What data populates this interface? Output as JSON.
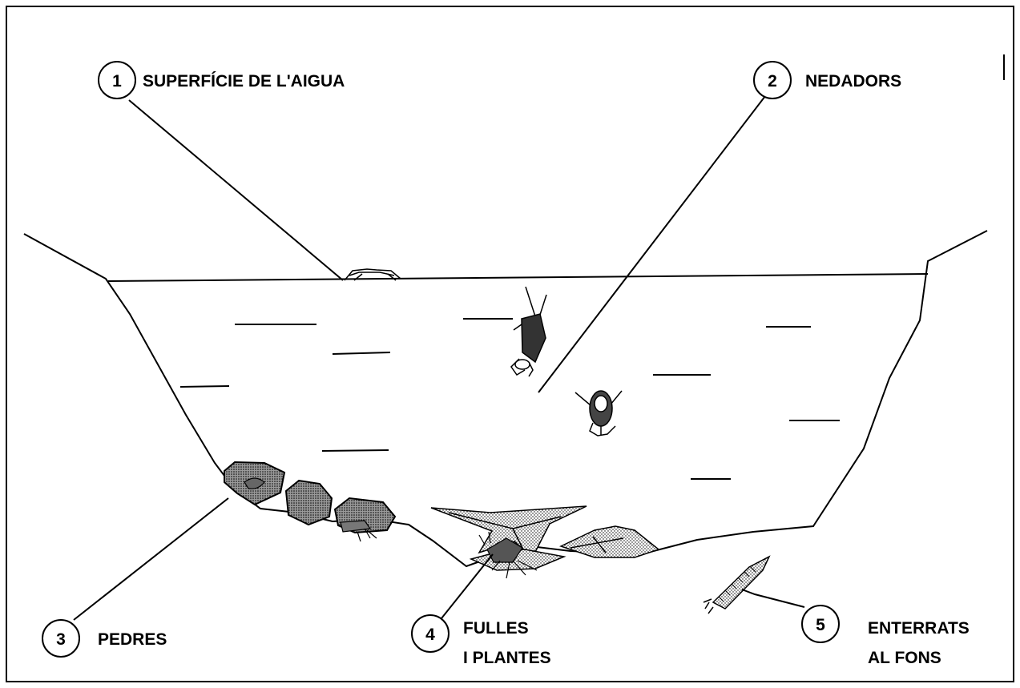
{
  "labels": [
    {
      "number": "1",
      "lines": [
        "SUPERFÍCIE DE L'AIGUA"
      ]
    },
    {
      "number": "2",
      "lines": [
        "NEDADORS"
      ]
    },
    {
      "number": "3",
      "lines": [
        "PEDRES"
      ]
    },
    {
      "number": "4",
      "lines": [
        "FULLES",
        "I PLANTES"
      ]
    },
    {
      "number": "5",
      "lines": [
        "ENTERRATS",
        "AL FONS"
      ]
    }
  ],
  "icons": [
    "water-strider-icon",
    "water-beetle-icon",
    "water-bug-icon",
    "stone-icon",
    "leaf-icon",
    "nymph-icon",
    "worm-larva-icon"
  ]
}
